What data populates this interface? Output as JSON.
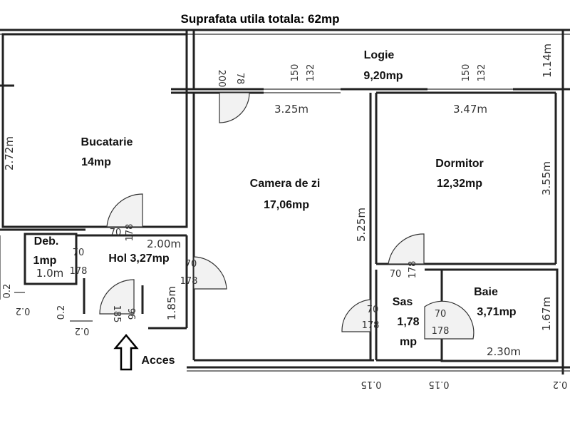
{
  "title": "Suprafata utila totala: 62mp",
  "rooms": {
    "bucatarie": {
      "name": "Bucatarie",
      "area": "14mp"
    },
    "camera": {
      "name": "Camera de zi",
      "area": "17,06mp"
    },
    "dormitor": {
      "name": "Dormitor",
      "area": "12,32mp"
    },
    "logie": {
      "name": "Logie",
      "area": "9,20mp"
    },
    "baie": {
      "name": "Baie",
      "area": "3,71mp"
    },
    "sas": {
      "name": "Sas",
      "area1": "1,78",
      "area2": "mp"
    },
    "hol": {
      "name": "Hol 3,27mp"
    },
    "deb": {
      "name": "Deb.",
      "area": "1mp"
    }
  },
  "access": "Acces",
  "dimensions": {
    "d272": "2.72m",
    "d325": "3.25m",
    "d347": "3.47m",
    "d355": "3.55m",
    "d525": "5.25m",
    "d200m": "2.00m",
    "d185m": "1.85m",
    "d10m": "1.0m",
    "d167": "1.67m",
    "d230": "2.30m",
    "d114": "1.14m",
    "d015a": "0.15",
    "d015b": "0.15",
    "d02a": "0.2",
    "d02b": "0.2",
    "d02c": "0.2",
    "d02d": "0.2",
    "d02e": "0.2",
    "w150a": "150",
    "w132a": "132",
    "w150b": "150",
    "w132b": "132",
    "w200": "200",
    "w78": "78",
    "w185": "185",
    "w96": "96"
  },
  "doors": {
    "d1": {
      "w": "70",
      "h": "178"
    },
    "d2": {
      "w": "70",
      "h": "178"
    },
    "d3": {
      "w": "70",
      "h": "178"
    },
    "d4": {
      "w": "70",
      "h": "178"
    },
    "d5": {
      "w": "70",
      "h": "178"
    },
    "d6": {
      "w": "70",
      "h": "178"
    }
  }
}
